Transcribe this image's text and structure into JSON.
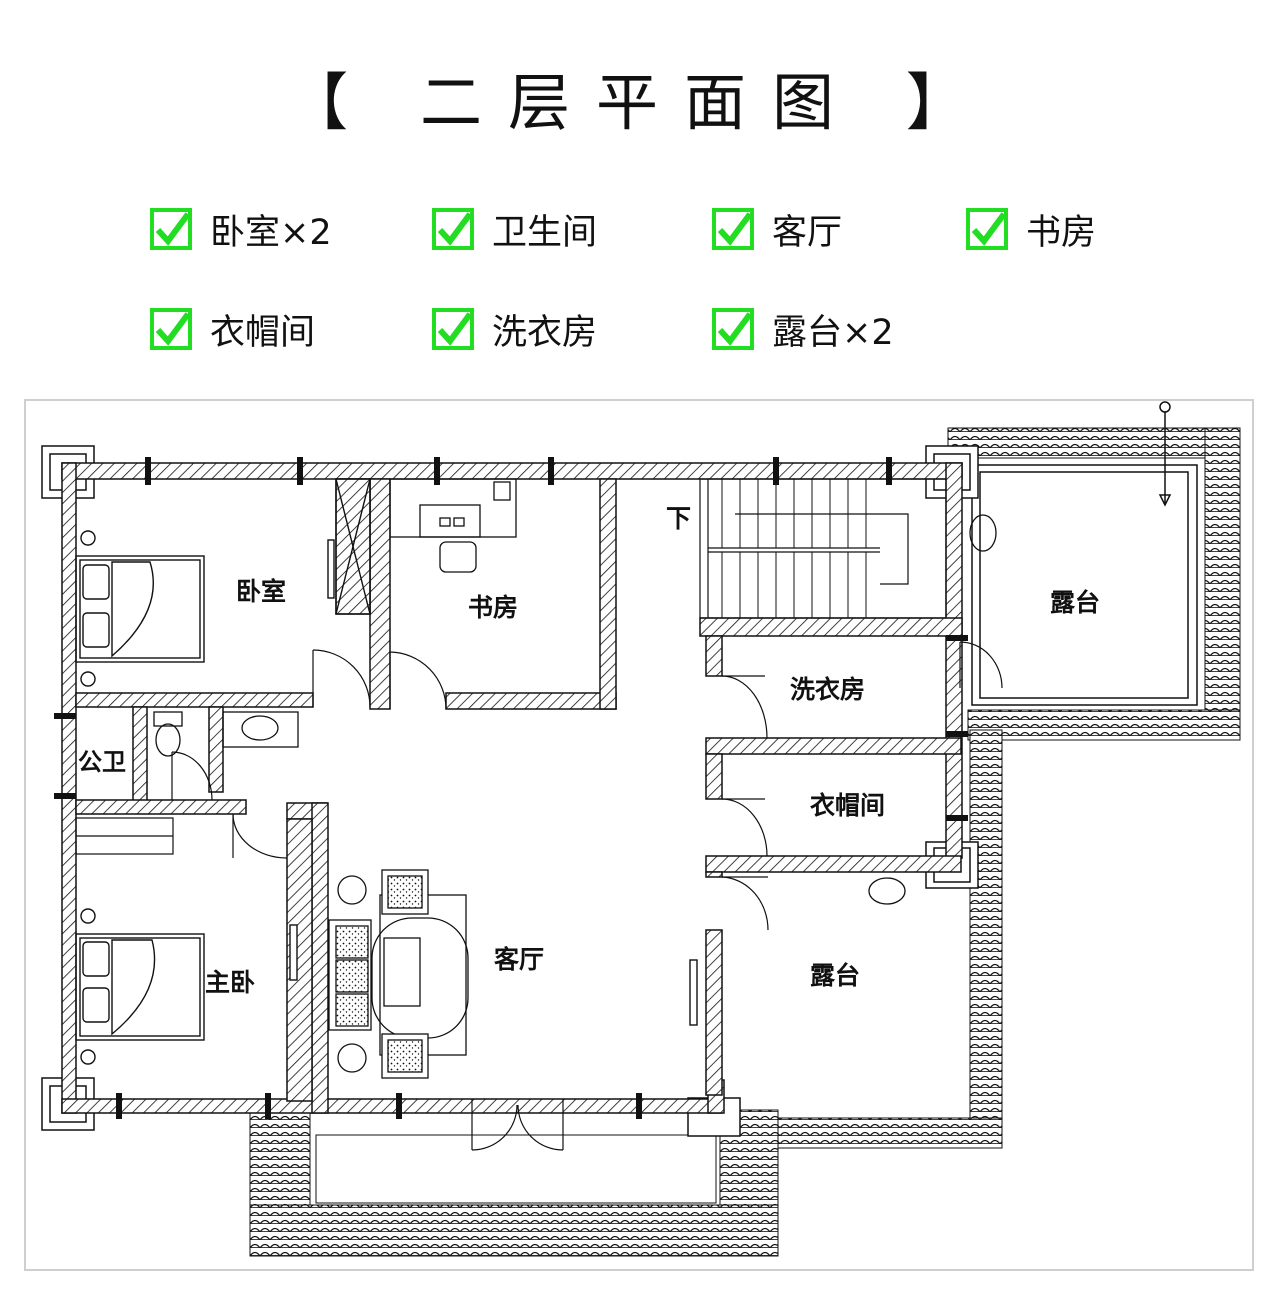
{
  "title": "【 二层平面图 】",
  "features": [
    {
      "label": "卧室×2"
    },
    {
      "label": "卫生间"
    },
    {
      "label": "客厅"
    },
    {
      "label": "书房"
    },
    {
      "label": "衣帽间"
    },
    {
      "label": "洗衣房"
    },
    {
      "label": "露台×2"
    }
  ],
  "check_color": "#22dd22",
  "plan": {
    "rooms": {
      "bedroom": "卧室",
      "study": "书房",
      "stair_down": "下",
      "terrace_top": "露台",
      "laundry": "洗衣房",
      "cloakroom": "衣帽间",
      "public_bath": "公卫",
      "living": "客厅",
      "master": "主卧",
      "terrace_bottom": "露台"
    }
  }
}
